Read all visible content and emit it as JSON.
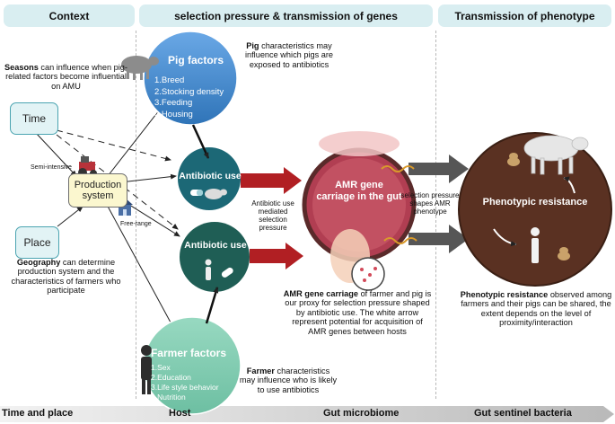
{
  "headers": {
    "context": "Context",
    "selection": "selection pressure & transmission of genes",
    "transmission": "Transmission of phenotype"
  },
  "context": {
    "seasons_bold": "Seasons",
    "seasons_rest": " can influence when pig-related factors become influential on AMU",
    "time": "Time",
    "place": "Place",
    "production_system": "Production system",
    "semi_intensive": "Semi-intensive",
    "free_range": "Free-range",
    "geography_bold": "Geography",
    "geography_rest": " can determine production system and the characteristics of farmers who participate"
  },
  "pig_factors": {
    "title": "Pig factors",
    "items": [
      "1.Breed",
      "2.Stocking density",
      "3.Feeding",
      "4.Housing"
    ],
    "note_bold": "Pig",
    "note_rest": " characteristics may influence which pigs are exposed to  antibiotics"
  },
  "antibiotic_use": {
    "pig_label": "Antibiotic use",
    "farmer_label": "Antibiotic use",
    "mediated_note": "Antibiotic use mediated selection pressure"
  },
  "farmer_factors": {
    "title": "Farmer factors",
    "items": [
      "1.Sex",
      "2.Education",
      "3.Life style behavior",
      "4.Nutrition"
    ],
    "note_bold": "Farmer",
    "note_rest": " characteristics may influence who is likely to use antibiotics"
  },
  "gut": {
    "title": "AMR gene carriage in the gut",
    "selection_note": "selection pressure shapes AMR phenotype",
    "note_bold": "AMR gene carriage",
    "note_rest": " of farmer and pig is our proxy for selection pressure shaped by antibiotic use. The white arrow represent potential for acquisition of AMR genes between hosts"
  },
  "phenotype": {
    "title": "Phenotypic resistance",
    "note_bold": "Phenotypic resistance",
    "note_rest": " observed among farmers and their pigs can be shared, the extent depends on the level of proximity/interaction"
  },
  "footer": {
    "time_place": "Time and place",
    "host": "Host",
    "gut_microbiome": "Gut microbiome",
    "sentinel": "Gut sentinel bacteria"
  },
  "colors": {
    "header_bg": "#d9eef1",
    "pig_factors": "#3f86cf",
    "antibiotic_pig": "#1c6876",
    "antibiotic_farmer": "#1f5e55",
    "farmer_factors": "#7fcbb0",
    "gut_ring": "#c84a5a",
    "phenotype": "#5a3122",
    "red_arrow": "#b11f23",
    "grey_arrow": "#565656"
  }
}
